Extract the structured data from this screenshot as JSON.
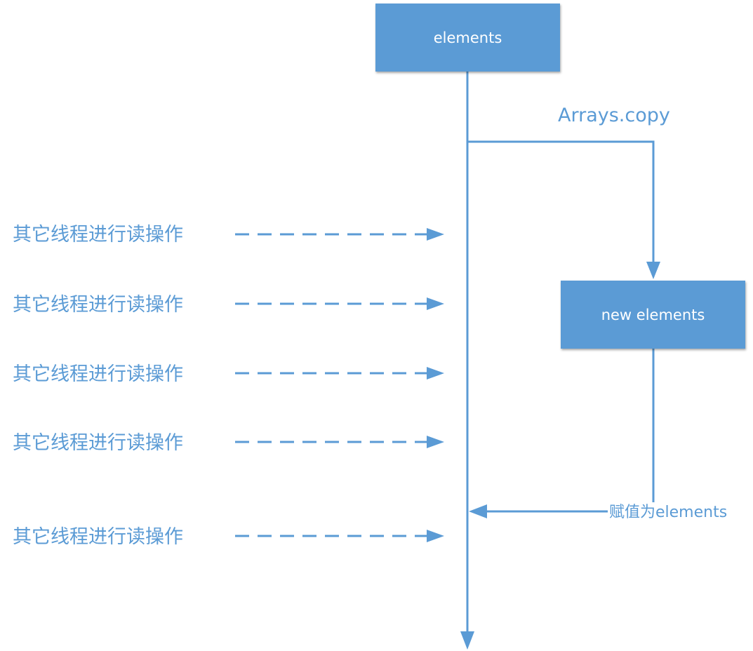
{
  "nodes": {
    "elements": "elements",
    "new_elements": "new elements"
  },
  "edge_labels": {
    "copy": "Arrays.copy",
    "assign": "赋值为elements"
  },
  "reads": [
    {
      "label": "其它线程进行读操作"
    },
    {
      "label": "其它线程进行读操作"
    },
    {
      "label": "其它线程进行读操作"
    },
    {
      "label": "其它线程进行读操作"
    },
    {
      "label": "其它线程进行读操作"
    }
  ],
  "colors": {
    "node_fill": "#5b9bd5",
    "line": "#5b9bd5",
    "text": "#5b9bd5"
  }
}
